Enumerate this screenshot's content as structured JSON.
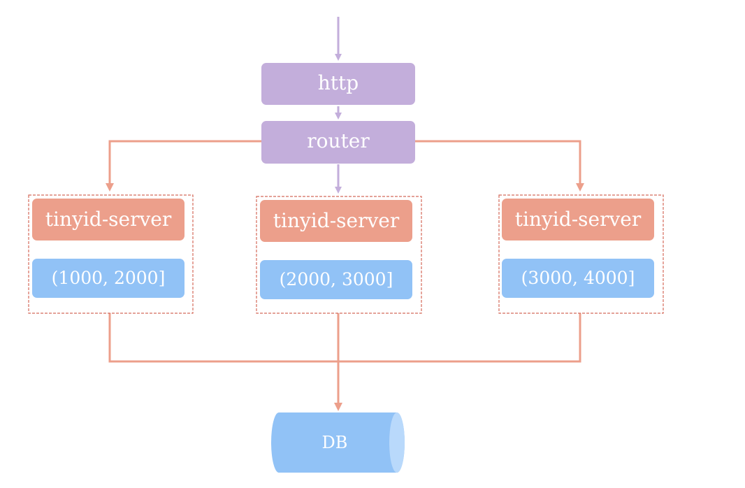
{
  "colors": {
    "purple": "#c3aedb",
    "salmon": "#ec9f8b",
    "blue": "#91c2f6",
    "blue_light": "#b9d9fb",
    "dashed_border": "#d46a5b",
    "text": "#ffffff"
  },
  "nodes": {
    "http": "http",
    "router": "router",
    "servers": [
      {
        "name": "tinyid-server",
        "range": "(1000, 2000]"
      },
      {
        "name": "tinyid-server",
        "range": "(2000, 3000]"
      },
      {
        "name": "tinyid-server",
        "range": "(3000, 4000]"
      }
    ],
    "db": "DB"
  }
}
